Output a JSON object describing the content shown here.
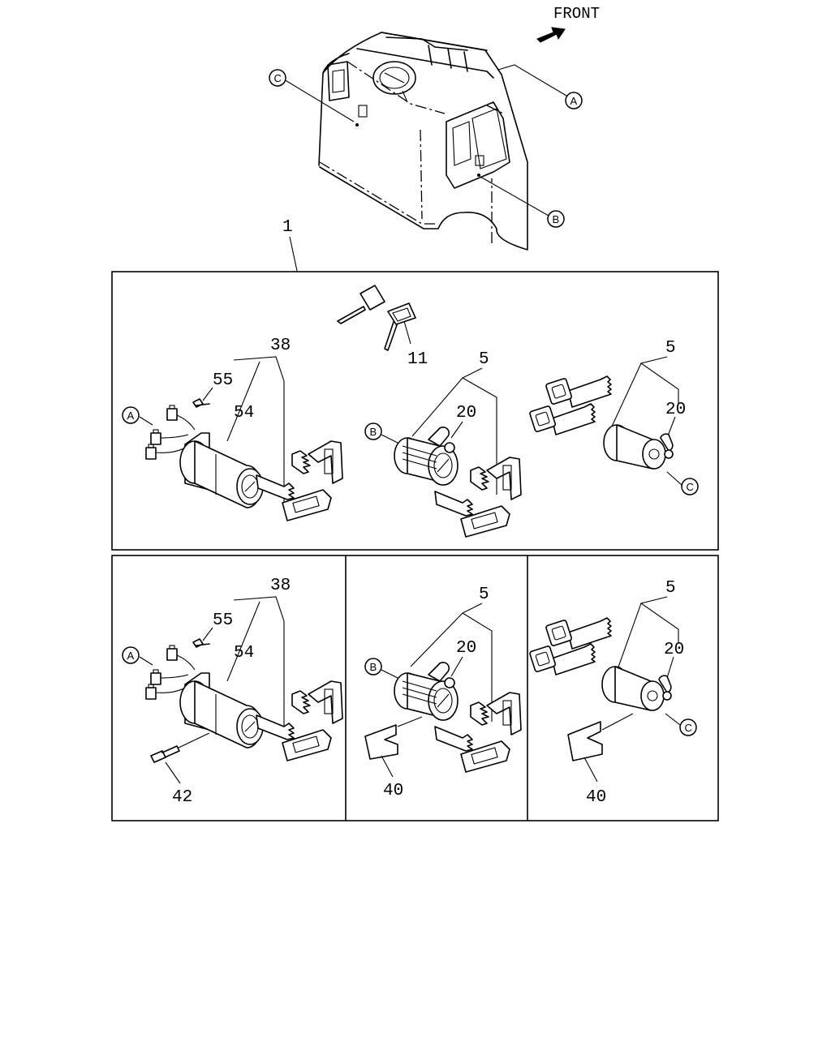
{
  "orientation": {
    "label": "FRONT"
  },
  "refs": {
    "a": "A",
    "b": "B",
    "c": "C"
  },
  "parts": {
    "assembly": "1",
    "lock_set": "5",
    "key": "11",
    "cylinder": "20",
    "switch_set": "38",
    "plate": "40",
    "bolt": "42",
    "starter_switch": "54",
    "screw": "55"
  },
  "colors": {
    "line": "#000000",
    "background": "#ffffff"
  }
}
